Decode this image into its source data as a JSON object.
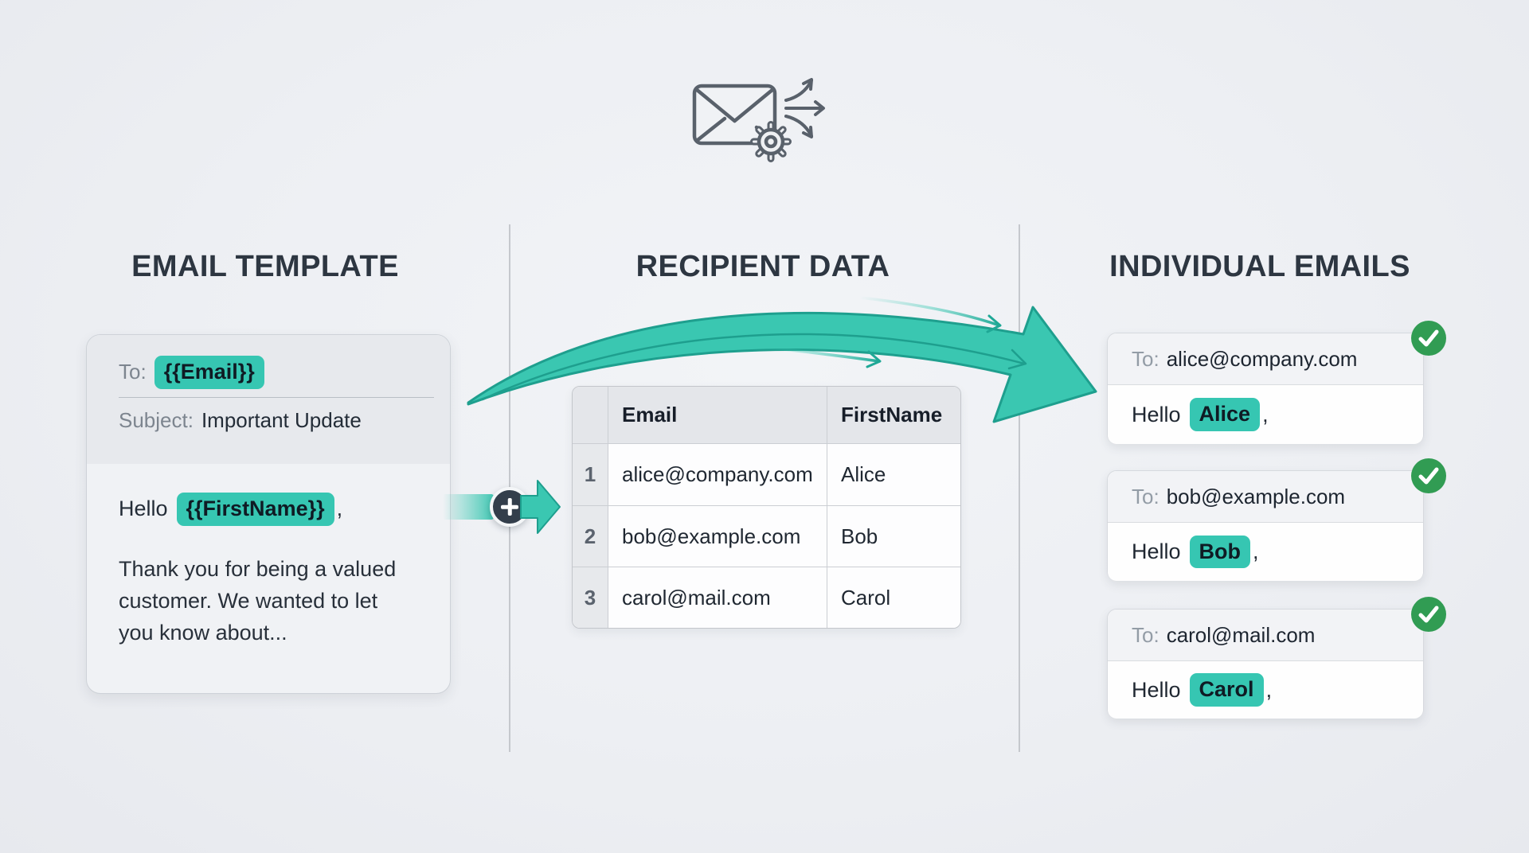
{
  "columns": {
    "template": {
      "title": "EMAIL TEMPLATE"
    },
    "recipients": {
      "title": "RECIPIENT DATA"
    },
    "output": {
      "title": "INDIVIDUAL EMAILS"
    }
  },
  "template_card": {
    "to_label": "To:",
    "to_token": "{{Email}}",
    "subject_label": "Subject:",
    "subject_value": "Important Update",
    "greeting_prefix": "Hello",
    "greeting_token": "{{FirstName}}",
    "greeting_punct": ",",
    "body_lines": [
      "Thank you for being a valued",
      "customer. We wanted to let",
      "you know about..."
    ]
  },
  "recipient_table": {
    "headers": {
      "email": "Email",
      "first_name": "FirstName"
    },
    "rows": [
      {
        "num": "1",
        "email": "alice@company.com",
        "first_name": "Alice"
      },
      {
        "num": "2",
        "email": "bob@example.com",
        "first_name": "Bob"
      },
      {
        "num": "3",
        "email": "carol@mail.com",
        "first_name": "Carol"
      }
    ]
  },
  "output_emails": [
    {
      "to_label": "To:",
      "to_value": "alice@company.com",
      "greeting_prefix": "Hello",
      "name_token": "Alice",
      "punct": ","
    },
    {
      "to_label": "To:",
      "to_value": "bob@example.com",
      "greeting_prefix": "Hello",
      "name_token": "Bob",
      "punct": ","
    },
    {
      "to_label": "To:",
      "to_value": "carol@mail.com",
      "greeting_prefix": "Hello",
      "name_token": "Carol",
      "punct": ","
    }
  ],
  "icons": {
    "hero": "envelope-gear-fanout-icon",
    "merge": "plus-merge-icon",
    "flow": "curved-flow-arrow-icon",
    "check": "check-icon"
  },
  "colors": {
    "accent_teal": "#3AC7B1",
    "accent_teal_dark": "#1E9F8E",
    "success_green": "#319C53",
    "heading": "#2D3641",
    "badge_dark": "#333E4B",
    "background": "#EDEFF3"
  }
}
